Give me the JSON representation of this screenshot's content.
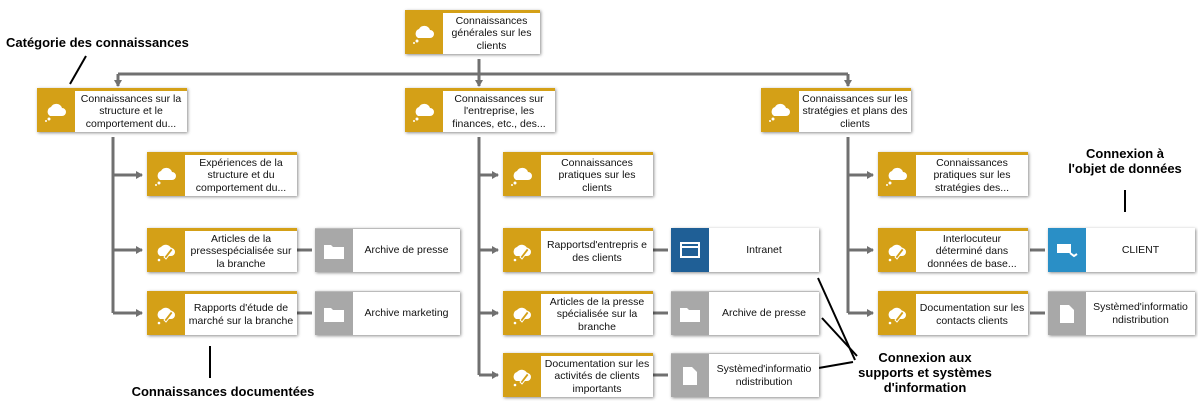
{
  "annotations": {
    "category": "Catégorie des connaissances",
    "documented": "Connaissances documentées",
    "connection_data_object": "Connexion à\nl'objet de données",
    "connection_supports": "Connexion aux\nsupports et systèmes\nd'information"
  },
  "nodes": {
    "root": "Connaissances générales sur les clients",
    "cat1": "Connaissances sur la structure et le comportement du...",
    "cat2": "Connaissances sur l'entreprise, les finances, etc., des...",
    "cat3": "Connaissances sur les stratégies et plans des clients",
    "c1a": "Expériences de la structure et du comportement du...",
    "c1b": "Articles de la pressespécialisée sur la branche",
    "c1c": "Rapports d'étude de marché sur la branche",
    "c2a": "Connaissances pratiques sur les clients",
    "c2b": "Rapportsd'entrepris e des clients",
    "c2c": "Articles de la presse spécialisée sur la branche",
    "c2d": "Documentation sur les activités de clients importants",
    "c3a": "Connaissances pratiques sur les stratégies des...",
    "c3b": "Interlocuteur déterminé dans données de base...",
    "c3c": "Documentation sur les contacts clients",
    "s1b": "Archive de presse",
    "s1c": "Archive marketing",
    "s2b": "Intranet",
    "s2c": "Archive de presse",
    "s2d": "Systèmed'informatio ndistribution",
    "s3b": "CLIENT",
    "s3c": "Systèmed'informatio ndistribution"
  },
  "icons": {
    "knowledge": "cloud-icon",
    "documented": "document-knowledge-icon",
    "folder": "folder-icon",
    "window": "window-icon",
    "entity": "entity-icon",
    "file": "file-icon"
  },
  "colors": {
    "knowledge": "#d4a017",
    "archive": "#a8a8a8",
    "intranet": "#1f5f96",
    "client": "#2a8fc6",
    "connector": "#707070"
  }
}
